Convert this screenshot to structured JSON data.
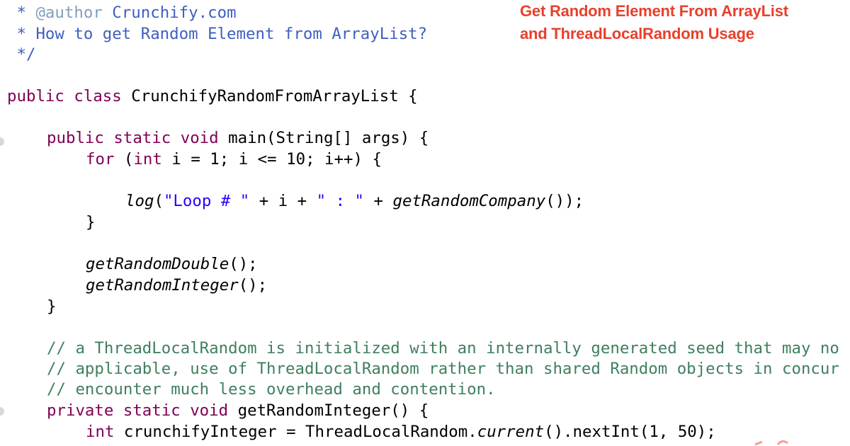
{
  "overlay": {
    "title_line1": "Get Random Element From ArrayList",
    "title_line2": "and ThreadLocalRandom Usage"
  },
  "code": {
    "l1_star": " * ",
    "l1_tag": "@author",
    "l1_rest": " Crunchify.com",
    "l2": " * How to get Random Element from ArrayList?",
    "l3": " */",
    "l4_kw": "public class",
    "l4_rest": " CrunchifyRandomFromArrayList {",
    "l5_kw": "public static void",
    "l5_rest": " main(String[] args) {",
    "l6_kw1": "for",
    "l6_a": " (",
    "l6_kw2": "int",
    "l6_b": " i = 1; i <= 10; i++) {",
    "l7_call": "log",
    "l7_a": "(",
    "l7_s1": "\"Loop # \"",
    "l7_b": " + i + ",
    "l7_s2": "\" : \"",
    "l7_c": " + ",
    "l7_call2": "getRandomCompany",
    "l7_d": "());",
    "l8": "}",
    "l9_call": "getRandomDouble",
    "l9_rest": "();",
    "l10_call": "getRandomInteger",
    "l10_rest": "();",
    "l11": "}",
    "l12": "// a ThreadLocalRandom is initialized with an internally generated seed that may no",
    "l13": "// applicable, use of ThreadLocalRandom rather than shared Random objects in concur",
    "l14": "// encounter much less overhead and contention.",
    "l15_kw": "private static void",
    "l15_rest": " getRandomInteger() {",
    "l16_kw": "int",
    "l16_a": " crunchifyInteger = ThreadLocalRandom.",
    "l16_it": "current",
    "l16_b": "().nextInt(1, 50);"
  },
  "colors": {
    "keyword": "#7f0055",
    "comment": "#3f7f5f",
    "javadoc": "#3f5fbf",
    "string": "#2a00ff",
    "overlay_title": "#e8402c"
  }
}
